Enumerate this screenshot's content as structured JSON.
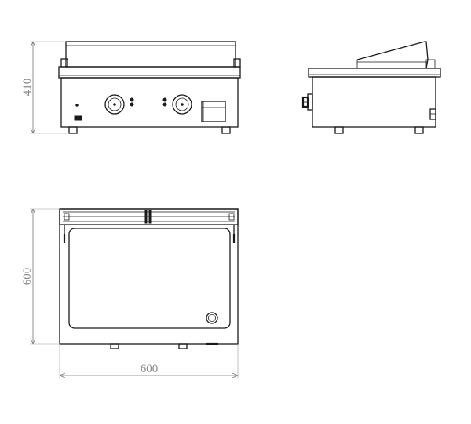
{
  "dimensions": {
    "front_height": "410",
    "top_depth": "600",
    "top_width": "600"
  },
  "views": [
    "front-view",
    "side-view",
    "top-view"
  ]
}
